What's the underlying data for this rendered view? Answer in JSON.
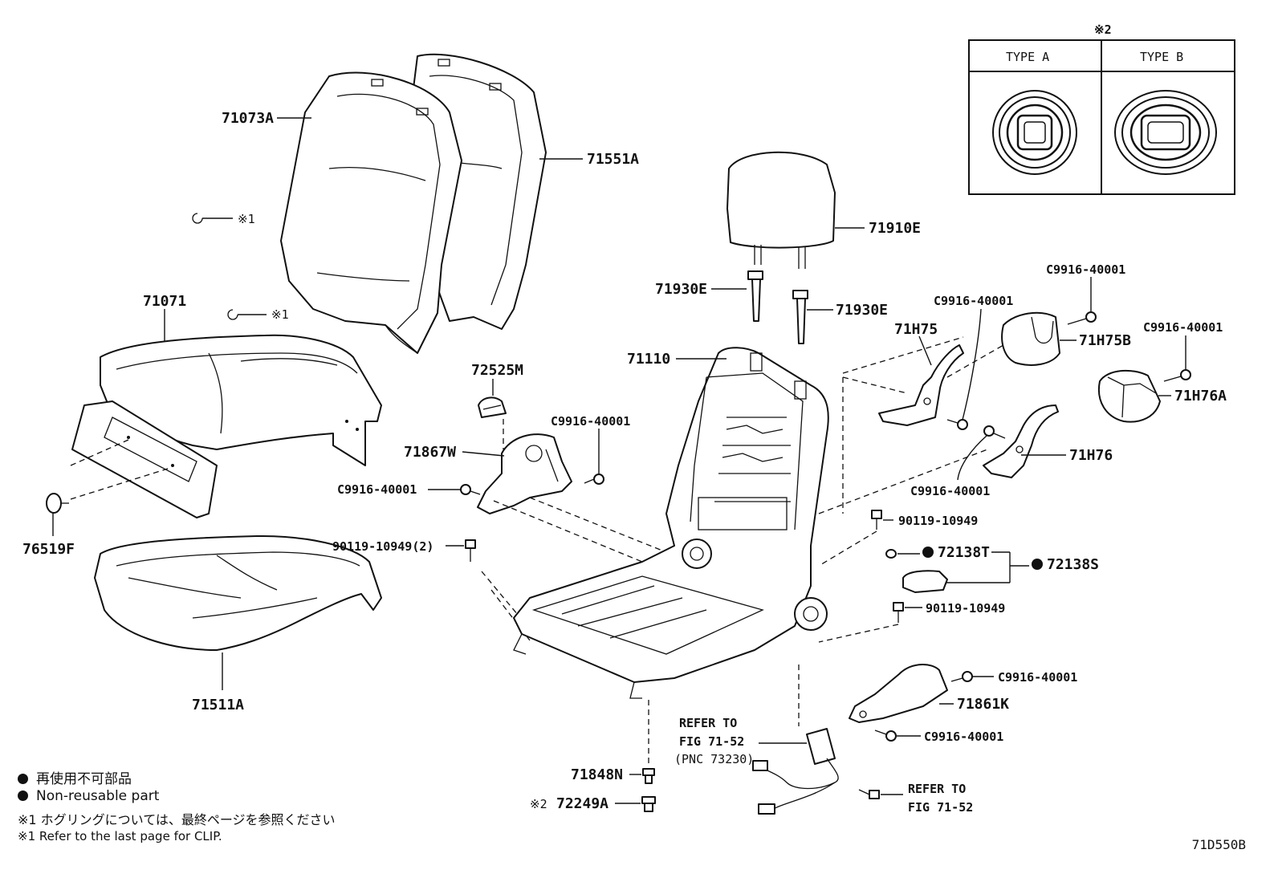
{
  "type_box": {
    "note": "※2",
    "type_a": "TYPE  A",
    "type_b": "TYPE  B"
  },
  "labels": {
    "p71073A": "71073A",
    "p71551A": "71551A",
    "clip1a": "※1",
    "clip1b": "※1",
    "p71071": "71071",
    "p76519F": "76519F",
    "p71511A": "71511A",
    "p72525M": "72525M",
    "p71867W": "71867W",
    "c9916_a": "C9916-40001",
    "c9916_b": "C9916-40001",
    "p90119_2": "90119-10949(2)",
    "p71910E": "71910E",
    "p71930E_a": "71930E",
    "p71930E_b": "71930E",
    "p71110": "71110",
    "p71H75": "71H75",
    "c9916_c": "C9916-40001",
    "c9916_d": "C9916-40001",
    "p71H75B": "71H75B",
    "c9916_e": "C9916-40001",
    "p71H76A": "71H76A",
    "p71H76": "71H76",
    "c9916_f": "C9916-40001",
    "p90119_a": "90119-10949",
    "p72138T": "72138T",
    "p72138S": "72138S",
    "p90119_b": "90119-10949",
    "c9916_g": "C9916-40001",
    "p71861K": "71861K",
    "c9916_h": "C9916-40001",
    "refer1_line1": "REFER TO",
    "refer1_line2": "FIG 71-52",
    "refer1_line3": "(PNC 73230)",
    "refer2_line1": "REFER TO",
    "refer2_line2": "FIG 71-52",
    "p71848N": "71848N",
    "note72249": "※2",
    "p72249A": "72249A"
  },
  "legend": {
    "non_reusable_jp": "再使用不可部品",
    "non_reusable_en": "Non-reusable part",
    "clip_note_jp": "※1 ホグリングについては、最終ページを参照ください",
    "clip_note_en": "※1 Refer to the last page for CLIP."
  },
  "drawing_id": "71D550B"
}
